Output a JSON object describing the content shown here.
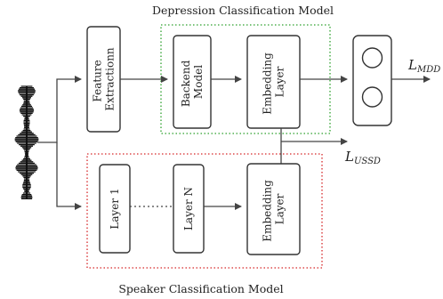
{
  "titles": {
    "depression_model": "Depression Classification Model",
    "speaker_model": "Speaker Classification Model"
  },
  "blocks": {
    "feature_extraction": [
      "Feature",
      "Extractionn"
    ],
    "backend_model": [
      "Backend",
      "Model"
    ],
    "embedding_layer_top": [
      "Embedding",
      "Layer"
    ],
    "layer_1": "Layer 1",
    "layer_n": "Layer N",
    "embedding_layer_bottom": [
      "Embedding",
      "Layer"
    ]
  },
  "losses": {
    "mdd": {
      "main": "L",
      "sub": "MDD"
    },
    "ussd": {
      "main": "L",
      "sub": "USSD"
    }
  },
  "colors": {
    "depression_region_border": "#2ca02c",
    "speaker_region_border": "#d62728",
    "stroke": "#333333"
  }
}
